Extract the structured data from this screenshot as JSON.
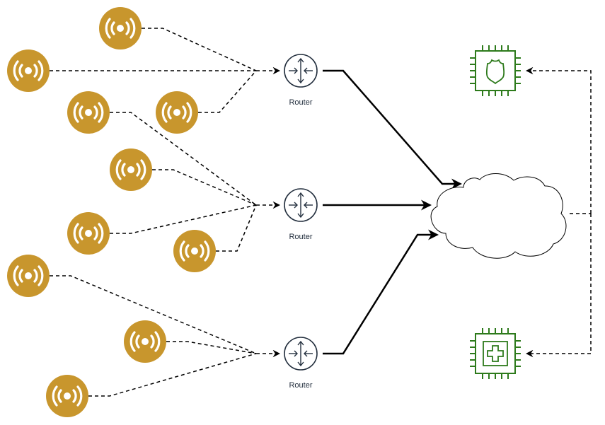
{
  "colors": {
    "sensor": "#C8962D",
    "router": "#232F3E",
    "chip": "#2D7A1B",
    "line": "#000000",
    "cloud_stroke": "#000000",
    "cloud_fill": "#ffffff"
  },
  "icons": {
    "sensor": "wireless-sensor-icon",
    "router": "router-icon",
    "cloud": "cloud-icon",
    "chip_shield": "shield-chip-icon",
    "chip_plus": "medical-chip-icon"
  },
  "routers": [
    {
      "id": "router-1",
      "label": "Router"
    },
    {
      "id": "router-2",
      "label": "Router"
    },
    {
      "id": "router-3",
      "label": "Router"
    }
  ],
  "sensor_groups": [
    {
      "router": "router-1",
      "count": 3
    },
    {
      "router": "router-2",
      "count": 4
    },
    {
      "router": "router-3",
      "count": 3
    }
  ],
  "destinations": [
    {
      "id": "chip-shield",
      "icon": "shield-chip-icon"
    },
    {
      "id": "chip-plus",
      "icon": "medical-chip-icon"
    }
  ]
}
